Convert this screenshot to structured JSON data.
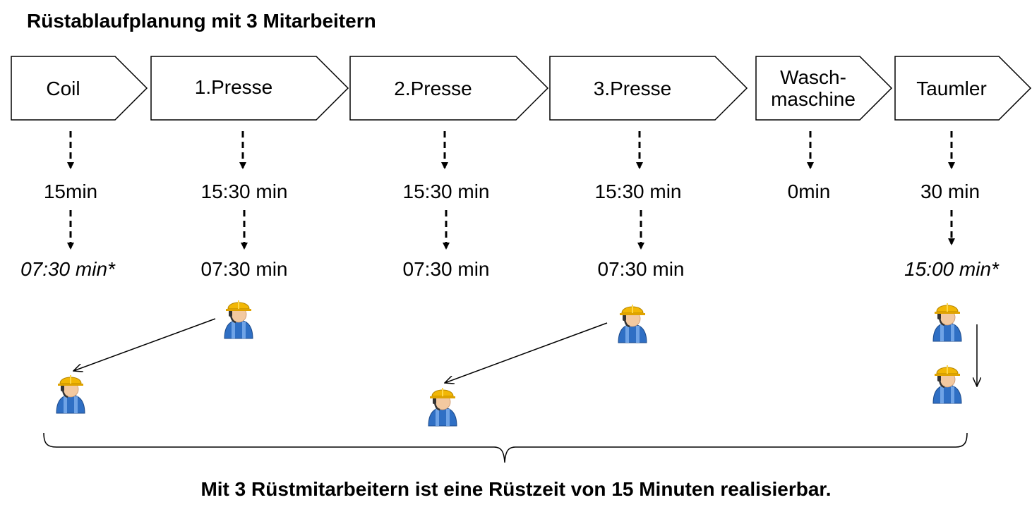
{
  "title": "Rüstablaufplanung mit 3 Mitarbeitern",
  "steps": [
    {
      "label": "Coil",
      "time": "15min",
      "sub": "07:30 min*"
    },
    {
      "label": "1.Presse",
      "time": "15:30 min",
      "sub": "07:30 min"
    },
    {
      "label": "2.Presse",
      "time": "15:30 min",
      "sub": "07:30 min"
    },
    {
      "label": "3.Presse",
      "time": "15:30 min",
      "sub": "07:30 min"
    },
    {
      "label": "Wasch-\nmaschine",
      "time": "0min"
    },
    {
      "label": "Taumler",
      "time": "30 min",
      "sub": "15:00 min*"
    }
  ],
  "caption": "Mit 3 Rüstmitarbeitern ist eine Rüstzeit von 15 Minuten realisierbar.",
  "icons": {
    "worker": "construction-worker-icon"
  },
  "colors": {
    "outline": "#000000",
    "helmet": "#f2b705",
    "overalls": "#2f6fc4"
  }
}
